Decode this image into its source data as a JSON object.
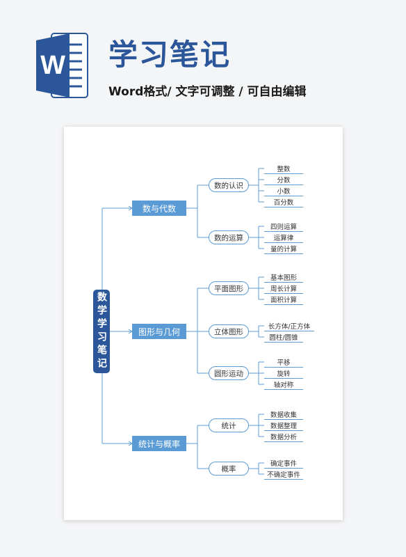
{
  "header": {
    "logo_letter": "W",
    "title": "学习笔记",
    "subtitle": "Word格式/ 文字可调整 / 可自由编辑"
  },
  "colors": {
    "brand": "#2b579a",
    "node_fill": "#5b9bd5",
    "line": "#5b9bd5"
  },
  "mindmap": {
    "root": "数学学习笔记",
    "branches": [
      {
        "label": "数与代数",
        "children": [
          {
            "label": "数的认识",
            "items": [
              "整数",
              "分数",
              "小数",
              "百分数"
            ]
          },
          {
            "label": "数的运算",
            "items": [
              "四则运算",
              "运算律",
              "量的计算"
            ]
          }
        ]
      },
      {
        "label": "图形与几何",
        "children": [
          {
            "label": "平面图形",
            "items": [
              "基本图形",
              "周长计算",
              "面积计算"
            ]
          },
          {
            "label": "立体图形",
            "items": [
              "长方体/正方体",
              "圆柱/圆锥"
            ]
          },
          {
            "label": "圆形运动",
            "items": [
              "平移",
              "旋转",
              "轴对称"
            ]
          }
        ]
      },
      {
        "label": "统计与概率",
        "children": [
          {
            "label": "统计",
            "items": [
              "数据收集",
              "数据整理",
              "数据分析"
            ]
          },
          {
            "label": "概率",
            "items": [
              "确定事件",
              "不确定事件"
            ]
          }
        ]
      }
    ]
  }
}
